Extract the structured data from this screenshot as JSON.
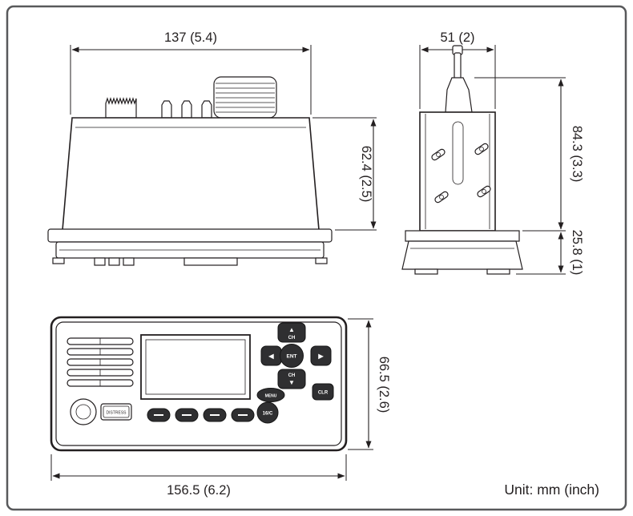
{
  "note": {
    "unit": "Unit: mm (inch)"
  },
  "dims": {
    "top_width": "137 (5.4)",
    "top_depth": "62.4 (2.5)",
    "side_width": "51 (2)",
    "side_height_upper": "84.3 (3.3)",
    "side_height_lower": "25.8 (1)",
    "front_height": "66.5 (2.6)",
    "front_width": "156.5 (6.2)"
  },
  "panel": {
    "distress": "DISTRESS",
    "ent": "ENT",
    "menu": "MENU",
    "clr": "CLR",
    "ch": "CH",
    "sixteen_c": "16/C",
    "up_arrow": "▲",
    "down_arrow": "▼",
    "left_arrow": "◀",
    "right_arrow": "▶"
  },
  "colors": {
    "line": "#231f20",
    "button_dark": "#2f2f31",
    "frame": "#58595b"
  }
}
